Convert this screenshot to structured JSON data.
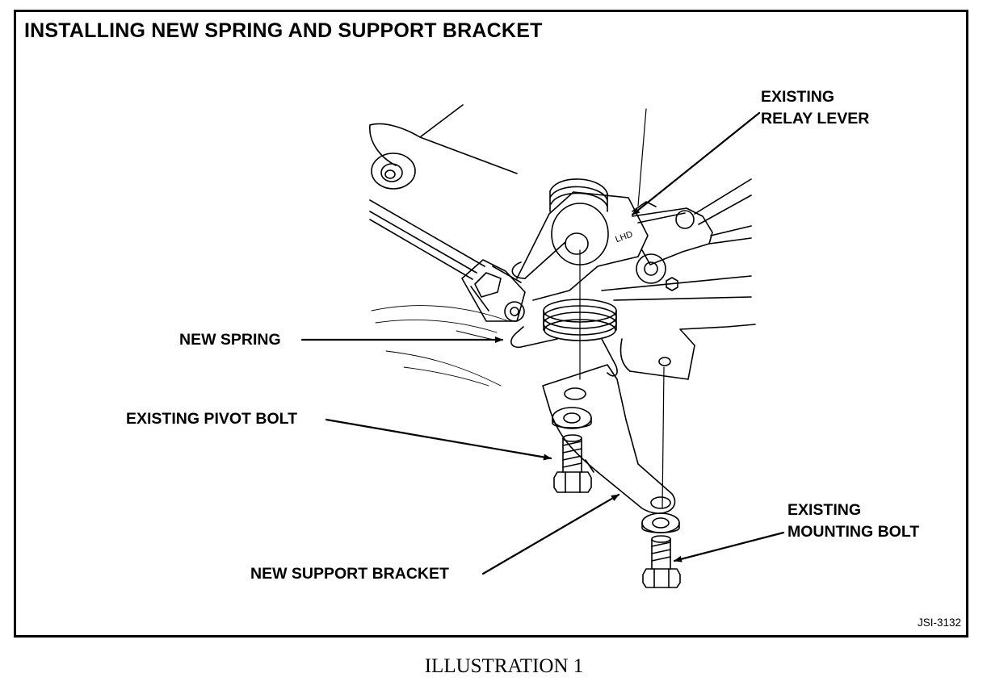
{
  "title": "INSTALLING NEW SPRING AND SUPPORT BRACKET",
  "labels": {
    "relay_lever": [
      "EXISTING",
      "RELAY LEVER"
    ],
    "new_spring": "NEW SPRING",
    "pivot_bolt": "EXISTING PIVOT BOLT",
    "mounting_bolt": [
      "EXISTING",
      "MOUNTING BOLT"
    ],
    "support_bracket": "NEW SUPPORT BRACKET"
  },
  "figure_code": "JSI-3132",
  "caption": "ILLUSTRATION 1",
  "part_marking": "LHD"
}
